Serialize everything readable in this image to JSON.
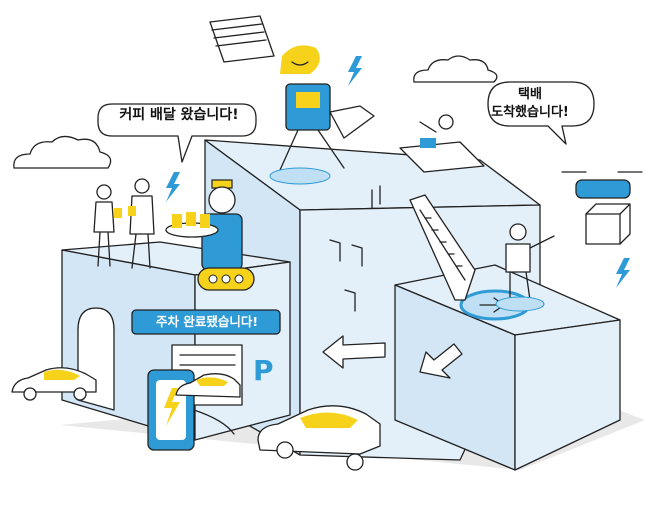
{
  "bubbles": {
    "coffee": "커피 배달 왔습니다!",
    "parcel_line1": "택배",
    "parcel_line2": "도착했습니다!"
  },
  "parking_sign": "주차 완료됐습니다!",
  "parking_letter": "P",
  "colors": {
    "building": "#e3f0fa",
    "building_shade": "#cfe3f3",
    "accent_blue": "#2f9bd6",
    "accent_yellow": "#f7d21b",
    "line": "#222222"
  }
}
